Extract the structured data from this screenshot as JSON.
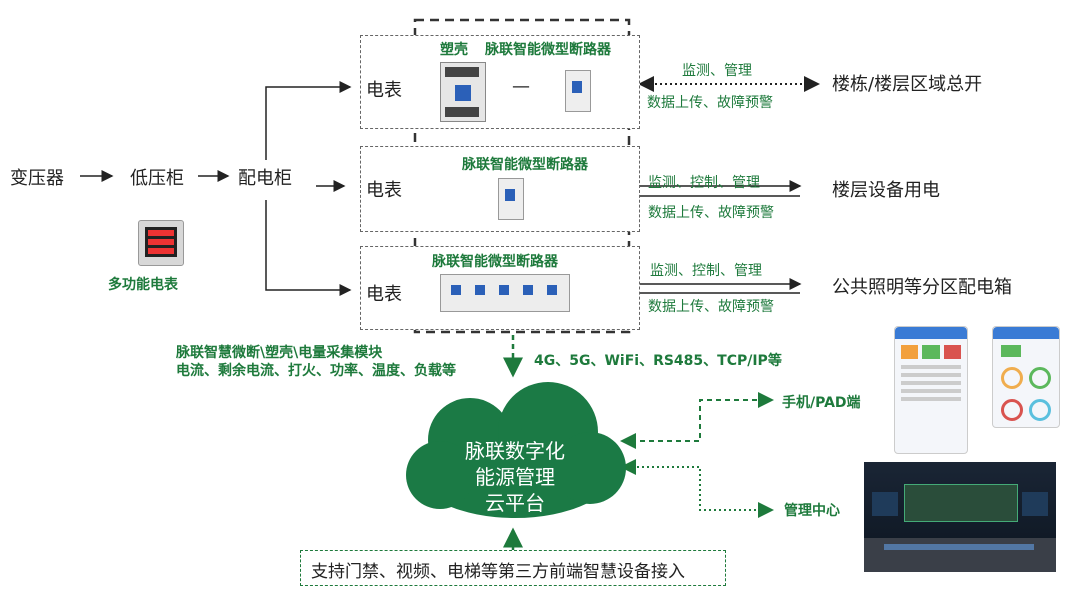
{
  "flow": {
    "transformer": "变压器",
    "lv_cabinet": "低压柜",
    "dist_cabinet": "配电柜",
    "multi_meter": "多功能电表"
  },
  "rows": [
    {
      "meter": "电表",
      "device_label_a": "塑壳",
      "device_label_b": "脉联智能微型断路器",
      "dash": "—",
      "up_text": "监测、管理",
      "down_text": "数据上传、故障预警",
      "target": "楼栋/楼层区域总开"
    },
    {
      "meter": "电表",
      "device_label_b": "脉联智能微型断路器",
      "up_text": "监测、控制、管理",
      "down_text": "数据上传、故障预警",
      "target": "楼层设备用电"
    },
    {
      "meter": "电表",
      "device_label_b": "脉联智能微型断路器",
      "up_text": "监测、控制、管理",
      "down_text": "数据上传、故障预警",
      "target": "公共照明等分区配电箱"
    }
  ],
  "module": {
    "line1": "脉联智慧微断\\塑壳\\电量采集模块",
    "line2": "电流、剩余电流、打火、功率、温度、负载等"
  },
  "protocols": "4G、5G、WiFi、RS485、TCP/IP等",
  "cloud": {
    "line1": "脉联数字化",
    "line2": "能源管理",
    "line3": "云平台"
  },
  "endpoints": {
    "mobile": "手机/PAD端",
    "center": "管理中心"
  },
  "third_party": "支持门禁、视频、电梯等第三方前端智慧设备接入",
  "colors": {
    "green": "#1e7a3c",
    "cloud": "#1b7a45"
  }
}
